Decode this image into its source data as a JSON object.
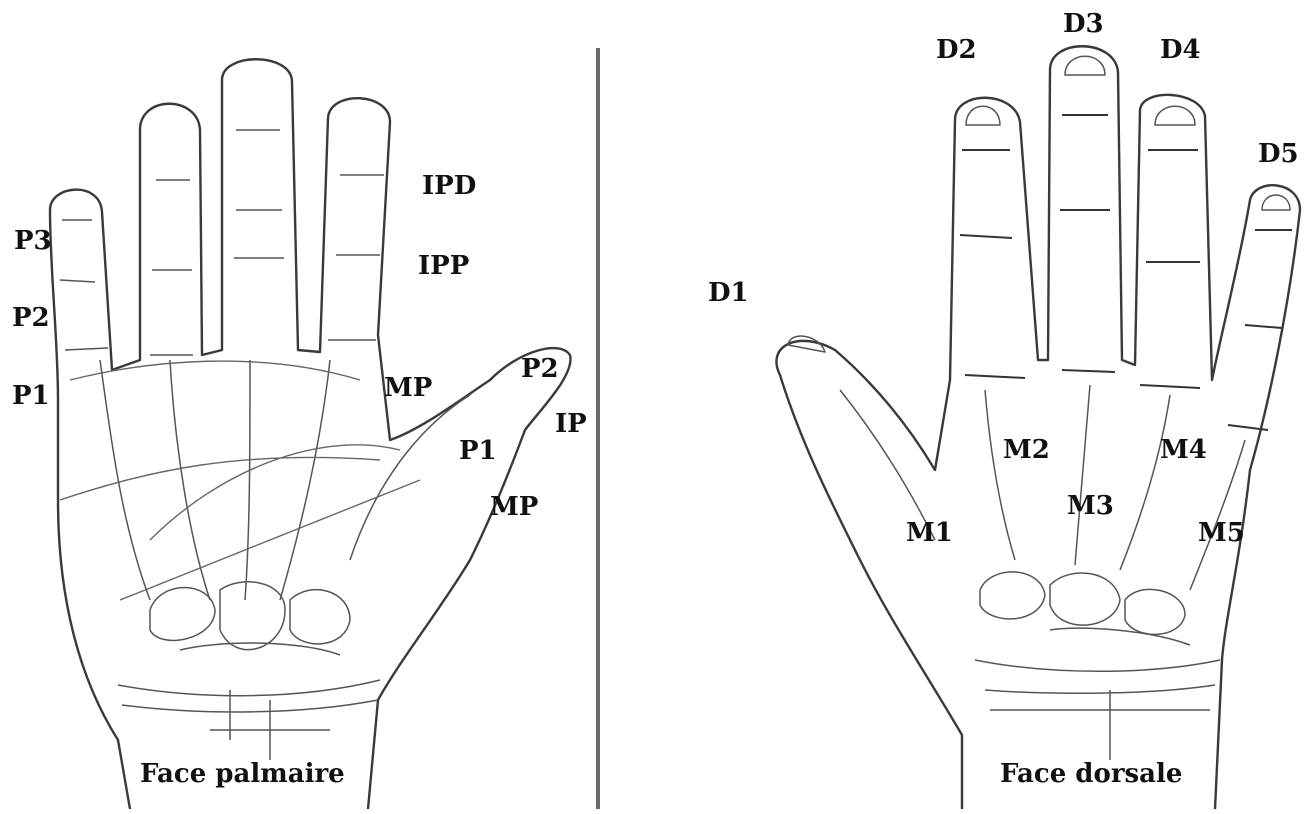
{
  "palmar": {
    "caption": "Face palmaire",
    "labels": {
      "p3": "P3",
      "p2": "P2",
      "p1": "P1",
      "ipd": "IPD",
      "ipp": "IPP",
      "mp": "MP",
      "thumb_p2": "P2",
      "thumb_ip": "IP",
      "thumb_p1": "P1",
      "thumb_mp": "MP"
    }
  },
  "dorsal": {
    "caption": "Face dorsale",
    "labels": {
      "d1": "D1",
      "d2": "D2",
      "d3": "D3",
      "d4": "D4",
      "d5": "D5",
      "m1": "M1",
      "m2": "M2",
      "m3": "M3",
      "m4": "M4",
      "m5": "M5"
    }
  }
}
